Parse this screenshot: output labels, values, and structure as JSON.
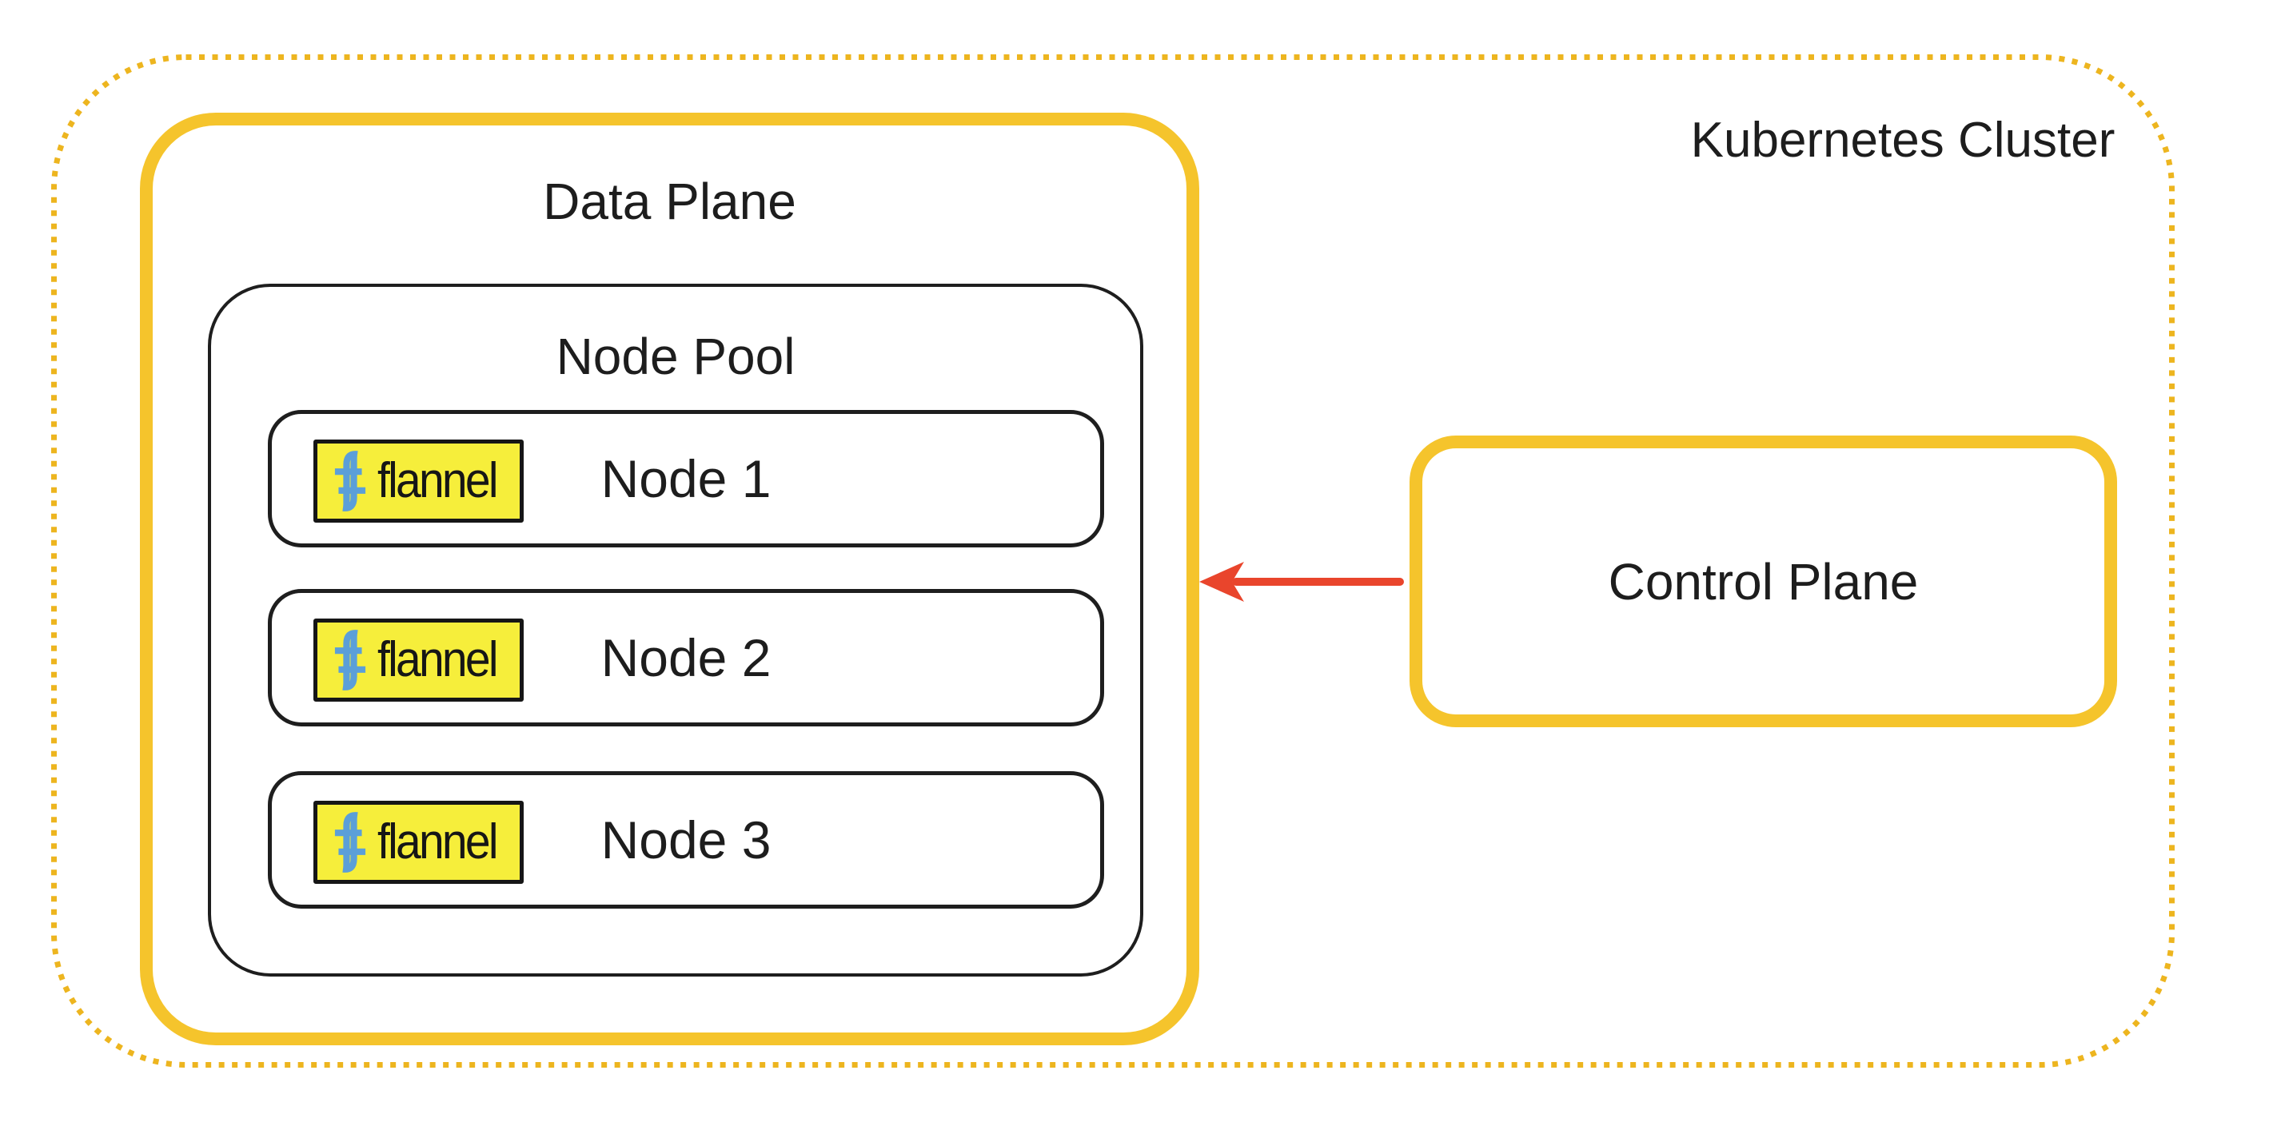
{
  "diagram": {
    "cluster": {
      "label": "Kubernetes Cluster"
    },
    "data_plane": {
      "label": "Data Plane",
      "node_pool": {
        "label": "Node Pool",
        "nodes": [
          {
            "label": "Node 1",
            "badge": "flannel",
            "badge_icon": "flannel-logo-icon"
          },
          {
            "label": "Node 2",
            "badge": "flannel",
            "badge_icon": "flannel-logo-icon"
          },
          {
            "label": "Node 3",
            "badge": "flannel",
            "badge_icon": "flannel-logo-icon"
          }
        ]
      }
    },
    "control_plane": {
      "label": "Control Plane"
    },
    "connections": [
      {
        "from": "control-plane",
        "to": "data-plane",
        "style": "arrow-left",
        "color": "#e9452c"
      }
    ],
    "colors": {
      "box_border_yellow": "#f5c42c",
      "cluster_dotted_yellow": "#edb51f",
      "flannel_badge_yellow": "#f6ee3b",
      "flannel_blue": "#5b9fd8",
      "arrow_red": "#e9452c",
      "line_black": "#1e1e1e",
      "text": "#1d1d1d",
      "background": "#ffffff"
    }
  }
}
